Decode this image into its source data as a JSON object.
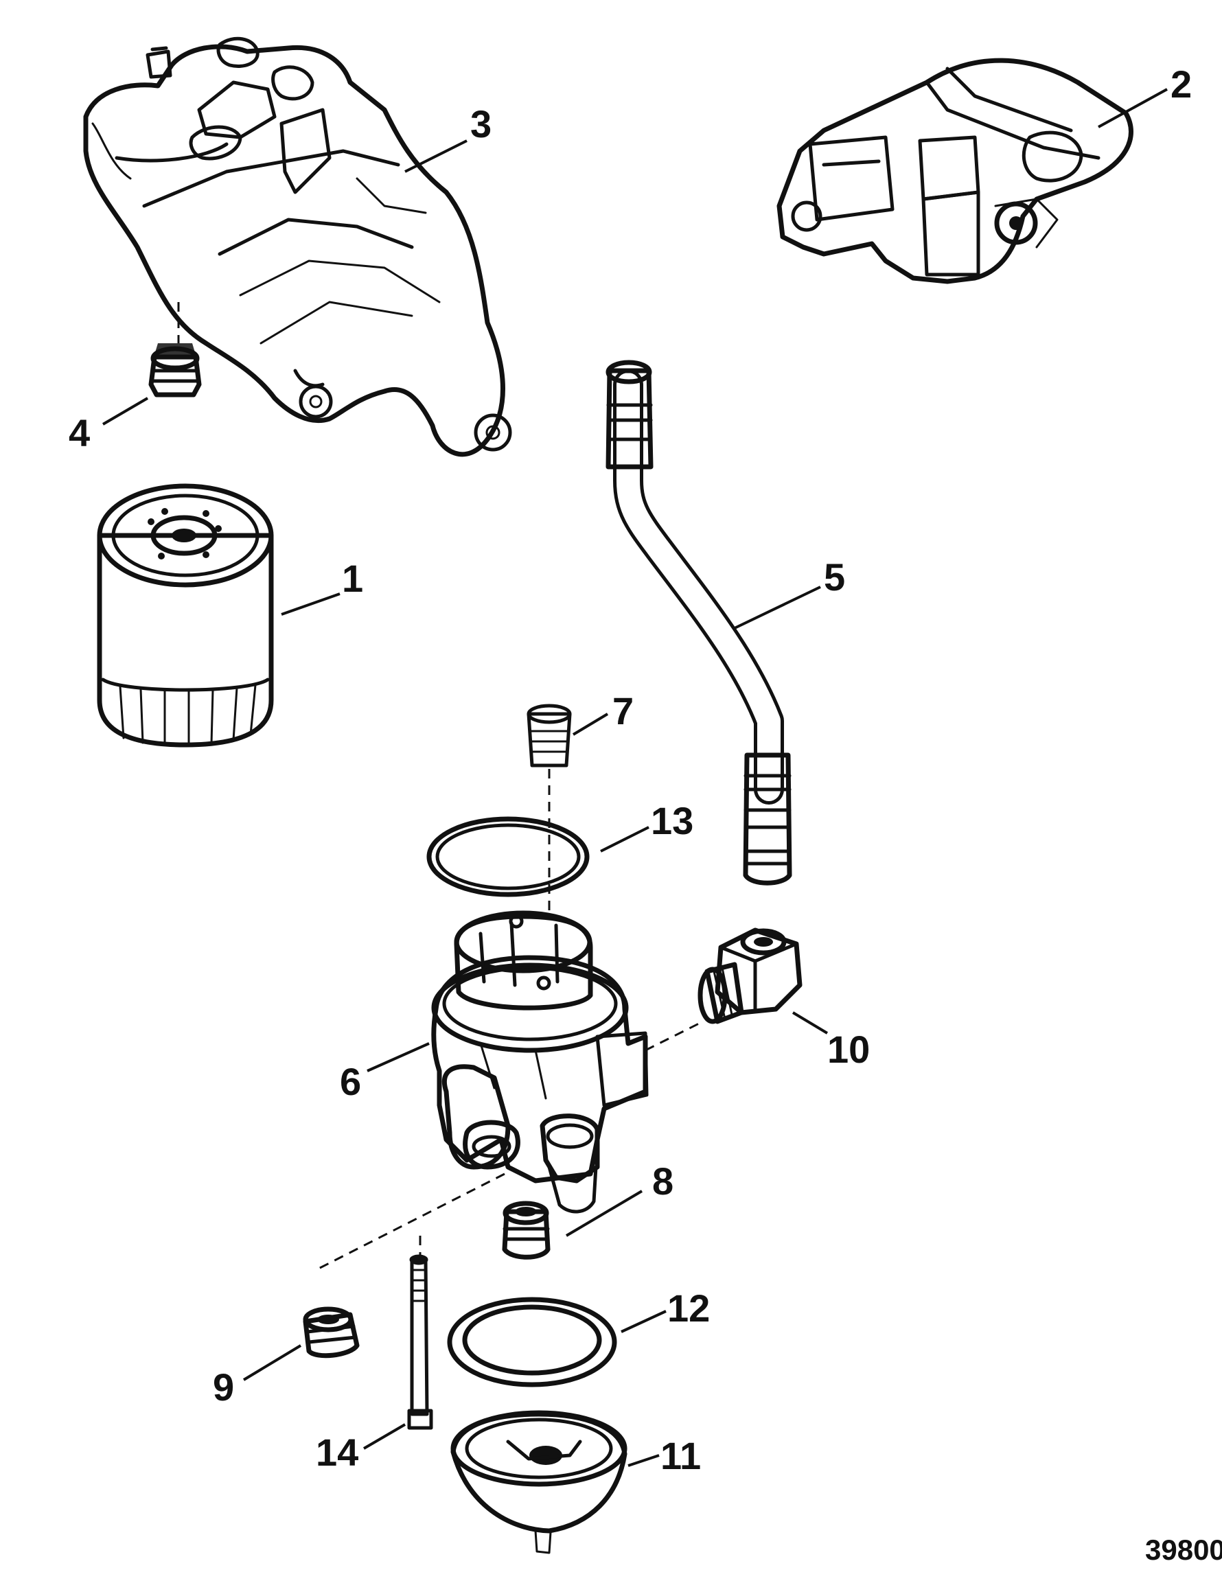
{
  "diagram": {
    "callouts": {
      "c1": "1",
      "c2": "2",
      "c3": "3",
      "c4": "4",
      "c5": "5",
      "c6": "6",
      "c7": "7",
      "c8": "8",
      "c9": "9",
      "c10": "10",
      "c11": "11",
      "c12": "12",
      "c13": "13",
      "c14": "14"
    },
    "figure_number": "39800"
  }
}
